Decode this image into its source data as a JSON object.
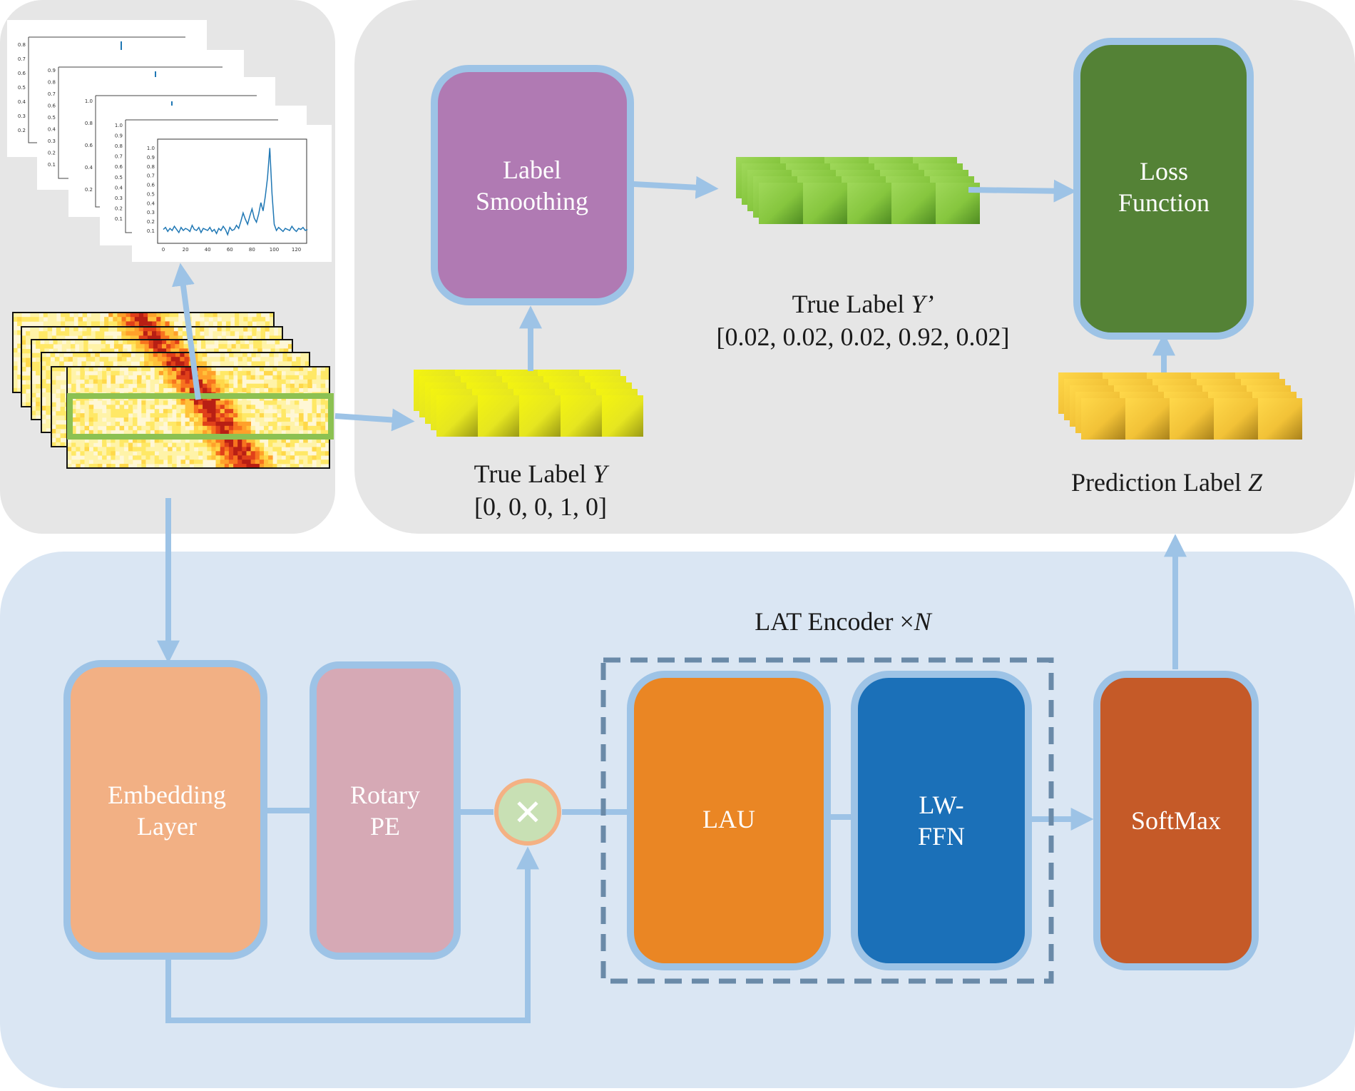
{
  "colors": {
    "panel_gray": "#e6e6e6",
    "panel_blue": "#dae6f3",
    "outline_blue": "#9dc3e6",
    "label_smoothing": "#b07ab3",
    "loss_function": "#548236",
    "embedding": "#f2b084",
    "rotary": "#d6a9b5",
    "lau": "#ea8624",
    "lwffn": "#1b70b8",
    "softmax": "#c55a28",
    "multiply_fill": "#c8e0b4",
    "multiply_ring": "#f4b183",
    "dashed_box": "#6a8aa8"
  },
  "blocks": {
    "label_smoothing": {
      "line1": "Label",
      "line2": "Smoothing"
    },
    "loss_function": {
      "line1": "Loss",
      "line2": "Function"
    },
    "embedding": {
      "line1": "Embedding",
      "line2": "Layer"
    },
    "rotary": {
      "line1": "Rotary",
      "line2": "PE"
    },
    "lau": {
      "line1": "LAU"
    },
    "lwffn": {
      "line1": "LW-",
      "line2": "FFN"
    },
    "softmax": {
      "line1": "SoftMax"
    }
  },
  "multiply": {
    "symbol": "✕",
    "icon": "multiply-icon"
  },
  "labels": {
    "true_label_y": {
      "text": "True Label ",
      "var": "Y",
      "vector": "[0, 0, 0, 1, 0]"
    },
    "true_label_y_prime": {
      "text": "True Label ",
      "var": "Y’",
      "vector": "[0.02, 0.02, 0.02, 0.92, 0.02]"
    },
    "prediction_label_z": {
      "text": "Prediction Label ",
      "var": "Z"
    },
    "encoder": {
      "text": "LAT Encoder ×",
      "var": "N"
    }
  },
  "plots": {
    "front_y_ticks": [
      "1.0",
      "0.9",
      "0.8",
      "0.7",
      "0.6",
      "0.5",
      "0.4",
      "0.3",
      "0.2",
      "0.1"
    ],
    "front_x_ticks": [
      "0",
      "20",
      "40",
      "60",
      "80",
      "100",
      "120"
    ],
    "back1_y_ticks": [
      "0.8",
      "0.7",
      "0.6",
      "0.5",
      "0.4",
      "0.3",
      "0.2"
    ],
    "back2_y_ticks": [
      "0.9",
      "0.8",
      "0.7",
      "0.6",
      "0.5",
      "0.4",
      "0.3",
      "0.2",
      "0.1"
    ],
    "back3_y_ticks": [
      "1.0",
      "0.8",
      "0.6",
      "0.4",
      "0.2"
    ],
    "back4_y_ticks": [
      "1.0",
      "0.9",
      "0.8",
      "0.7",
      "0.6",
      "0.5",
      "0.4",
      "0.3",
      "0.2",
      "0.1"
    ],
    "signal": [
      0.2,
      0.22,
      0.18,
      0.21,
      0.19,
      0.23,
      0.2,
      0.17,
      0.22,
      0.19,
      0.21,
      0.2,
      0.18,
      0.24,
      0.2,
      0.19,
      0.22,
      0.17,
      0.21,
      0.2,
      0.19,
      0.22,
      0.18,
      0.2,
      0.16,
      0.21,
      0.19,
      0.23,
      0.2,
      0.15,
      0.22,
      0.19,
      0.2,
      0.24,
      0.21,
      0.28,
      0.36,
      0.3,
      0.25,
      0.33,
      0.4,
      0.31,
      0.27,
      0.35,
      0.46,
      0.38,
      0.52,
      0.7,
      0.99,
      0.55,
      0.25,
      0.19,
      0.22,
      0.2,
      0.18,
      0.21,
      0.2,
      0.19,
      0.23,
      0.2,
      0.18,
      0.21,
      0.2,
      0.22,
      0.19,
      0.2
    ]
  }
}
